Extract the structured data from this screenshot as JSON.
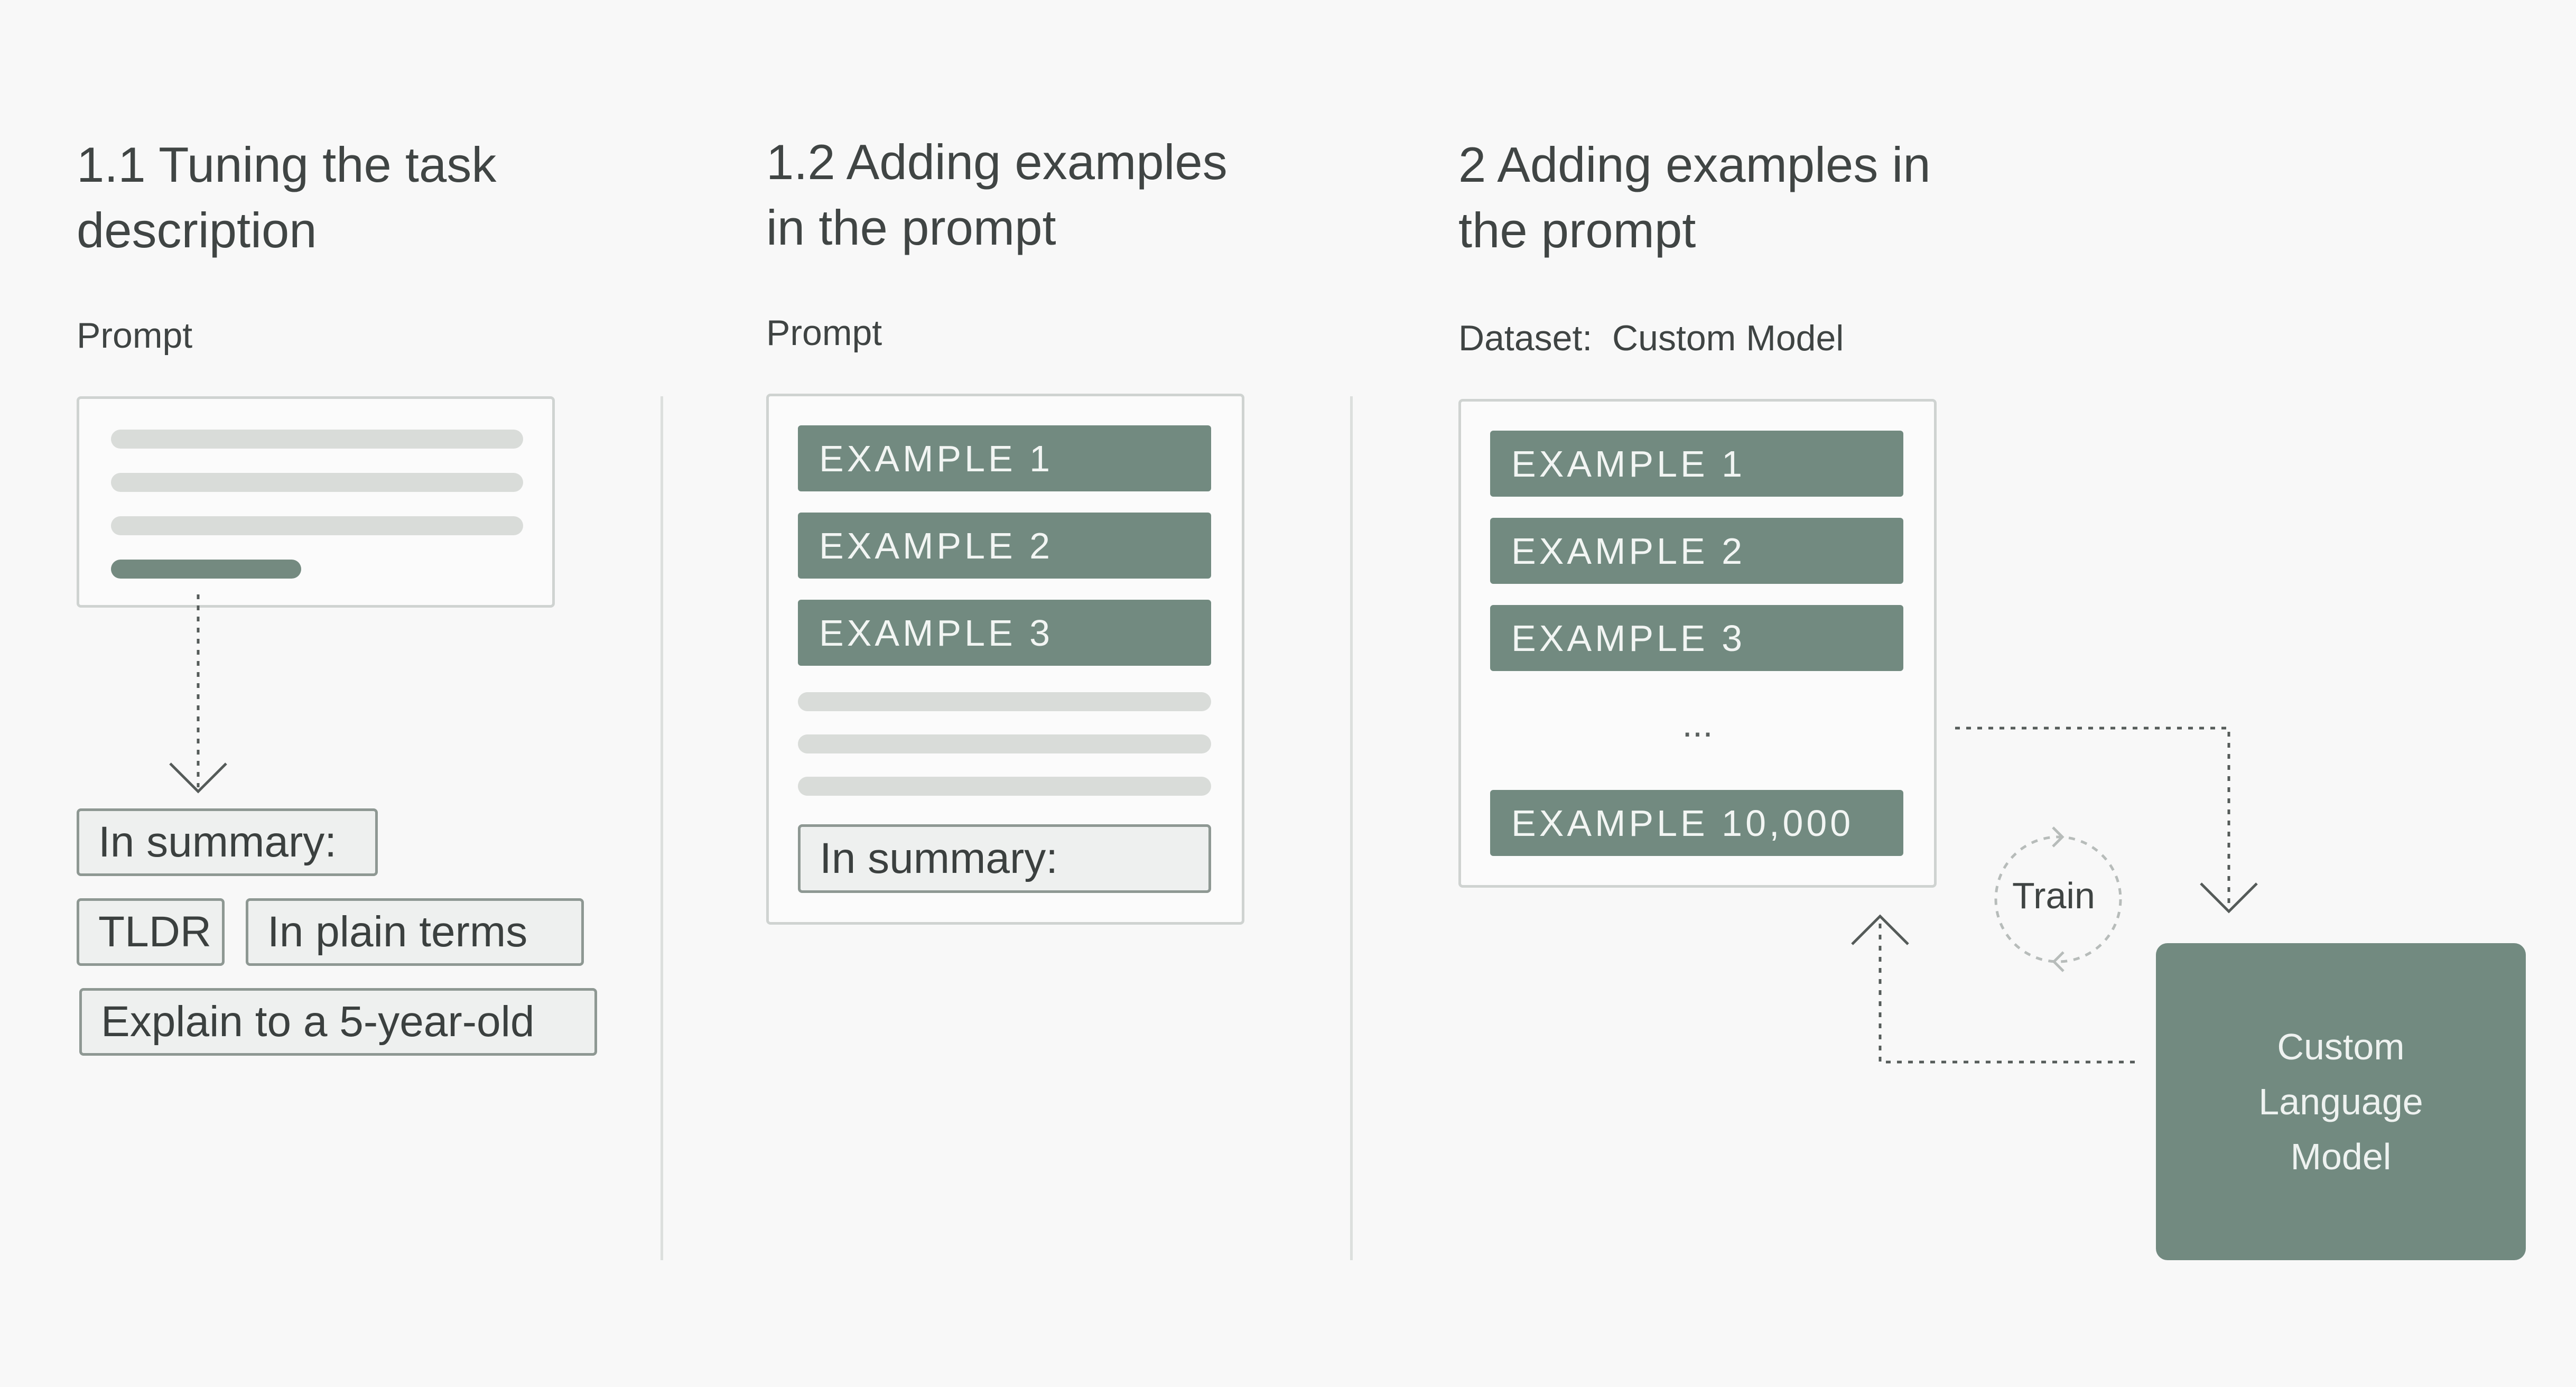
{
  "colors": {
    "background": "#f8f8f8",
    "accent": "#728a80",
    "card_border": "#cfd3d1",
    "placeholder_bar": "#d9dcd9",
    "chip_border": "#8e9893",
    "divider": "#dcdfdd"
  },
  "section1": {
    "heading_line1": "1.1 Tuning the task",
    "heading_line2": "description",
    "label": "Prompt",
    "chips": [
      "In summary:",
      "TLDR",
      "In plain terms",
      "Explain to a 5-year-old"
    ]
  },
  "section2": {
    "heading_line1": "1.2 Adding examples",
    "heading_line2": "in the prompt",
    "label": "Prompt",
    "examples": [
      "EXAMPLE 1",
      "EXAMPLE 2",
      "EXAMPLE 3"
    ],
    "summary": "In summary:"
  },
  "section3": {
    "heading_line1": "2 Adding examples in",
    "heading_line2": "the prompt",
    "label": "Dataset:  Custom Model",
    "examples": [
      "EXAMPLE 1",
      "EXAMPLE 2",
      "EXAMPLE 3",
      "EXAMPLE 10,000"
    ],
    "ellipsis": "...",
    "train_label": "Train",
    "model_line1": "Custom",
    "model_line2": "Language",
    "model_line3": "Model"
  },
  "icons": [
    "arrow-down-icon",
    "arrow-up-icon",
    "refresh-cycle-icon"
  ]
}
